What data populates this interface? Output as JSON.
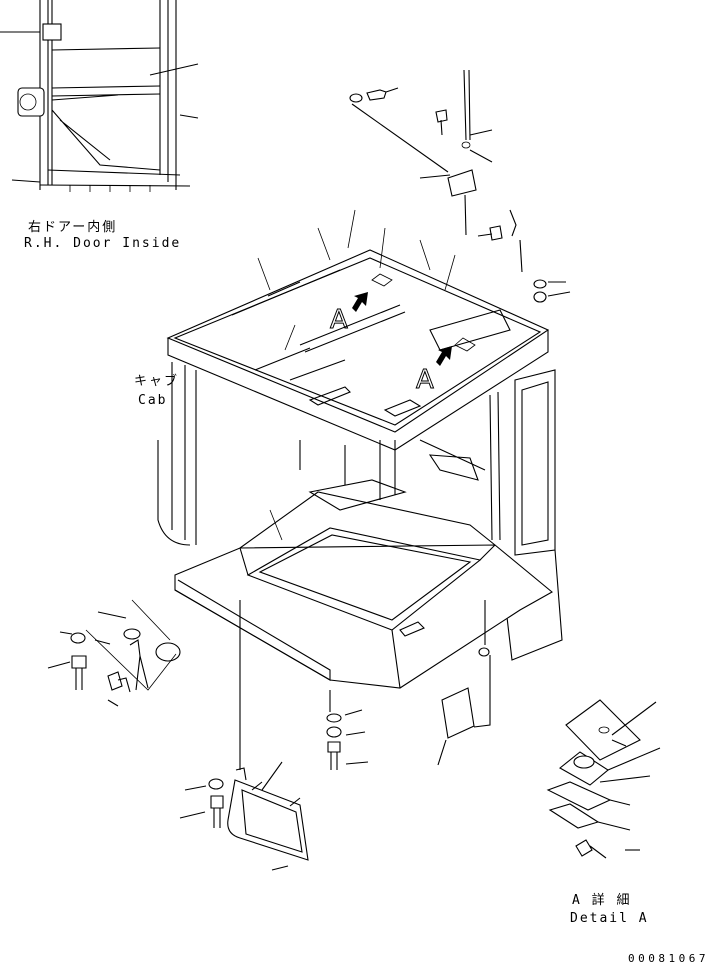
{
  "labels": {
    "door_jp": "右ドアー内側",
    "door_en": "R.H. Door Inside",
    "cab_jp": "キャブ",
    "cab_en": "Cab",
    "view_a_top": "A",
    "view_a_bottom": "A",
    "detail_jp": "A 詳 細",
    "detail_en": "Detail A",
    "doc_number": "00081067"
  }
}
